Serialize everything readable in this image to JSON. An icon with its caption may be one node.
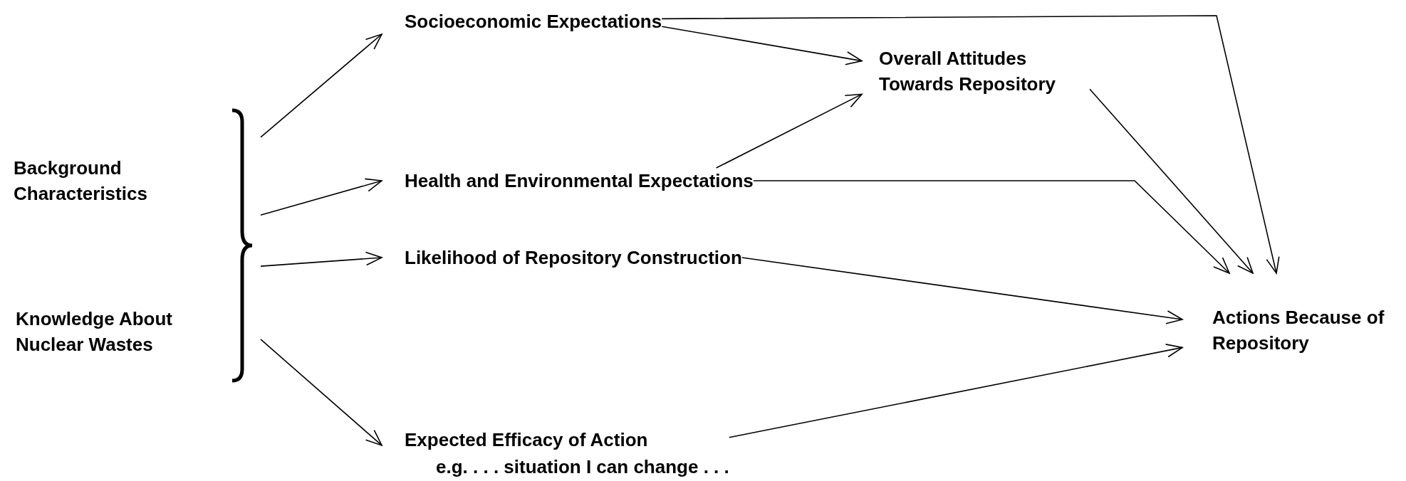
{
  "diagram": {
    "nodes": [
      {
        "text": [
          "Background Characteristics"
        ]
      },
      {
        "text": [
          "Knowledge About Nuclear Wastes"
        ]
      },
      {
        "text": [],
        "shape": "brace"
      },
      {
        "text": [
          "Socioeconomic Expectations"
        ]
      },
      {
        "text": [
          "Overall Attitudes Towards Repository"
        ]
      },
      {
        "text": [
          "Health and Environmental Expectations"
        ]
      },
      {
        "text": [
          "Likelihood of Repository Construction"
        ]
      },
      {
        "text": [
          "Expected Efficacy of Action",
          "e.g. . . . situation I can change . . ."
        ]
      },
      {
        "text": [
          "Actions Because of Repository"
        ]
      }
    ],
    "edges": [
      {
        "from": 2,
        "to": 3,
        "arrow": "to"
      },
      {
        "from": 2,
        "to": 5,
        "arrow": "to"
      },
      {
        "from": 2,
        "to": 6,
        "arrow": "to"
      },
      {
        "from": 2,
        "to": 7,
        "arrow": "to"
      },
      {
        "from": 3,
        "to": 4,
        "arrow": "to"
      },
      {
        "from": 5,
        "to": 4,
        "arrow": "to"
      },
      {
        "from": 3,
        "to": 8,
        "arrow": "to"
      },
      {
        "from": 4,
        "to": 8,
        "arrow": "to"
      },
      {
        "from": 5,
        "to": 8,
        "arrow": "to"
      },
      {
        "from": 6,
        "to": 8,
        "arrow": "to"
      },
      {
        "from": 7,
        "to": 8,
        "arrow": "to"
      }
    ]
  }
}
